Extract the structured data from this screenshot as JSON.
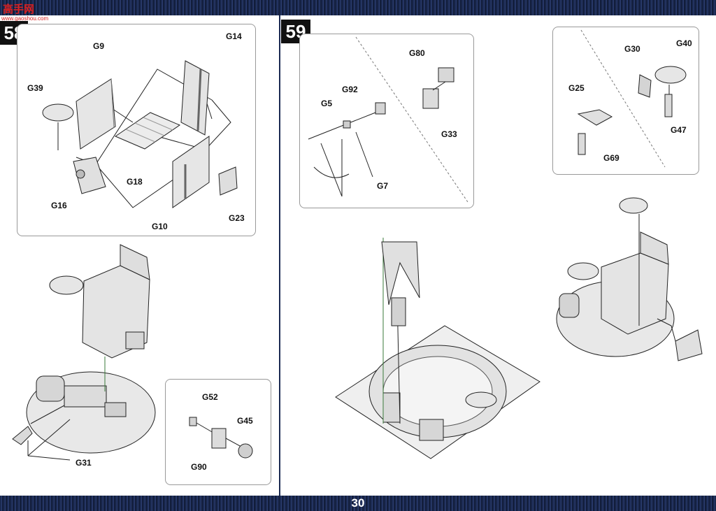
{
  "watermark": {
    "chars": "高手网",
    "url": "www.gaoshou.com"
  },
  "steps": [
    {
      "number": "58"
    },
    {
      "number": "59"
    }
  ],
  "step58_labels": {
    "g9": "G9",
    "g14": "G14",
    "g39": "G39",
    "g18": "G18",
    "g16": "G16",
    "g10": "G10",
    "g23": "G23"
  },
  "step58_lower_labels": {
    "g31": "G31"
  },
  "step58_sub_labels": {
    "g52": "G52",
    "g45": "G45",
    "g90": "G90"
  },
  "step59_labels": {
    "g80": "G80",
    "g92": "G92",
    "g5": "G5",
    "g33": "G33",
    "g7": "G7"
  },
  "step59_right_labels": {
    "g30": "G30",
    "g40": "G40",
    "g25": "G25",
    "g47": "G47",
    "g69": "G69"
  },
  "page_number": "30"
}
